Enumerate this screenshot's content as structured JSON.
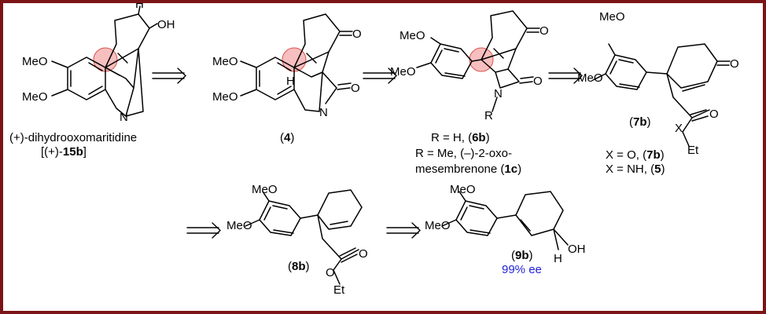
{
  "atoms": {
    "meo": "MeO",
    "oh": "OH",
    "h": "H",
    "n": "N",
    "o": "O",
    "x": "X",
    "et": "Et",
    "r": "R"
  },
  "compounds": {
    "c15b": {
      "name_line1": "(+)-dihydrooxomaritidine",
      "label_prefix": "[(+)-",
      "label_bold": "15b",
      "label_suffix": "]"
    },
    "c4": {
      "open": "(",
      "bold": "4",
      "close": ")"
    },
    "c6b": {
      "line1_pre": "R = H, (",
      "line1_bold": "6b",
      "line1_post": ")",
      "line2": "R = Me, (–)-2-oxo-",
      "line3_pre": "mesembrenone (",
      "line3_bold": "1c",
      "line3_post": ")"
    },
    "c7b": {
      "open": "(",
      "bold": "7b",
      "close": ")",
      "line2_pre": "X = O, (",
      "line2_bold": "7b",
      "line2_post": ")",
      "line3_pre": "X = NH, (",
      "line3_bold": "5",
      "line3_post": ")"
    },
    "c8b": {
      "open": "(",
      "bold": "8b",
      "close": ")"
    },
    "c9b": {
      "open": "(",
      "bold": "9b",
      "close": ")",
      "ee": "99% ee"
    }
  },
  "colors": {
    "border": "#7b1416",
    "highlight": "#f08a8a",
    "ee_text": "#1f1fd6"
  }
}
